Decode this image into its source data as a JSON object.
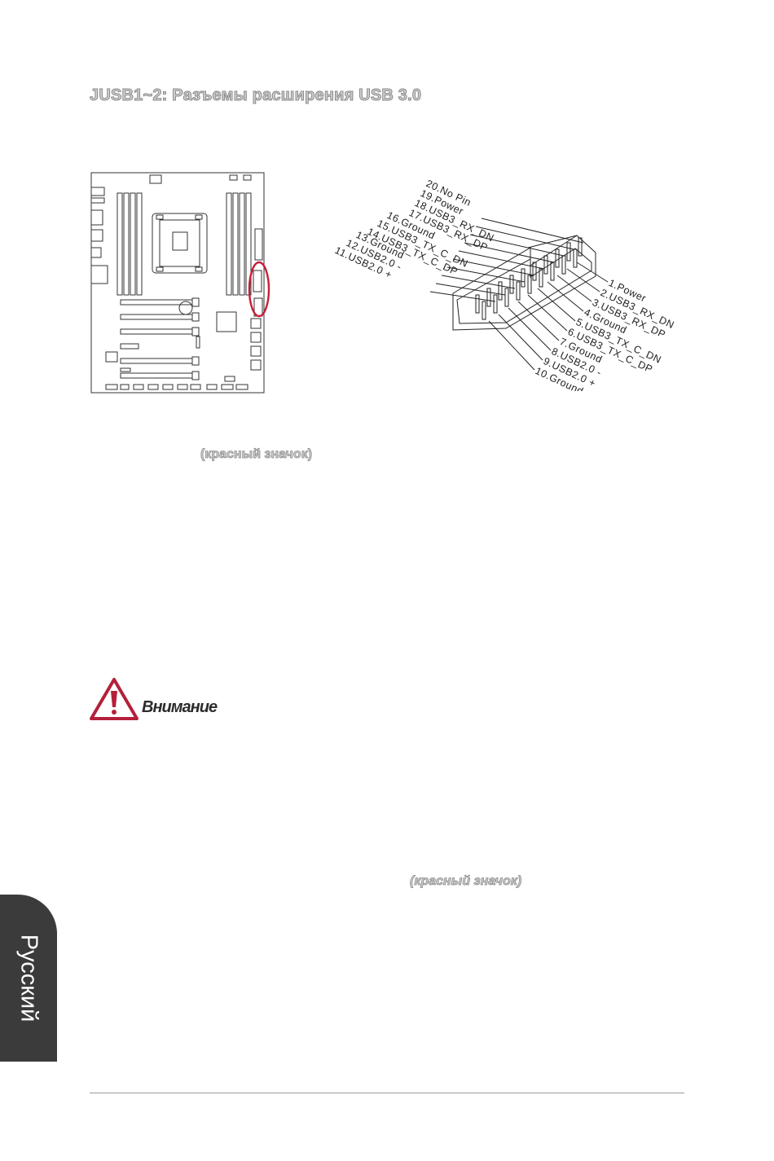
{
  "heading": "JUSB1~2: Разъемы расширения USB 3.0",
  "connector": {
    "pins_left": [
      "20.No Pin",
      "19.Power",
      "18.USB3_RX_DN",
      "17.USB3_RX_DP",
      "16.Ground",
      "15.USB3_TX_C_DN",
      "14.USB3_TX_C_DP",
      "13.Ground",
      "12.USB2.0 -",
      "11.USB2.0 +"
    ],
    "pins_right": [
      "1.Power",
      "2.USB3_RX_DN",
      "3.USB3_RX_DP",
      "4.Ground",
      "5.USB3_TX_C_DN",
      "6.USB3_TX_C_DP",
      "7.Ground",
      "8.USB2.0 -",
      "9.USB2.0 +",
      "10.Ground"
    ]
  },
  "note_red_icon_1": "(красный значок)",
  "warning_label": "Внимание",
  "note_red_icon_2": "(красный значок)",
  "side_tab": "Русский",
  "colors": {
    "warning_red": "#b4203a",
    "highlight_red": "#c81e3c",
    "tab_dark": "#3b3b3b"
  }
}
